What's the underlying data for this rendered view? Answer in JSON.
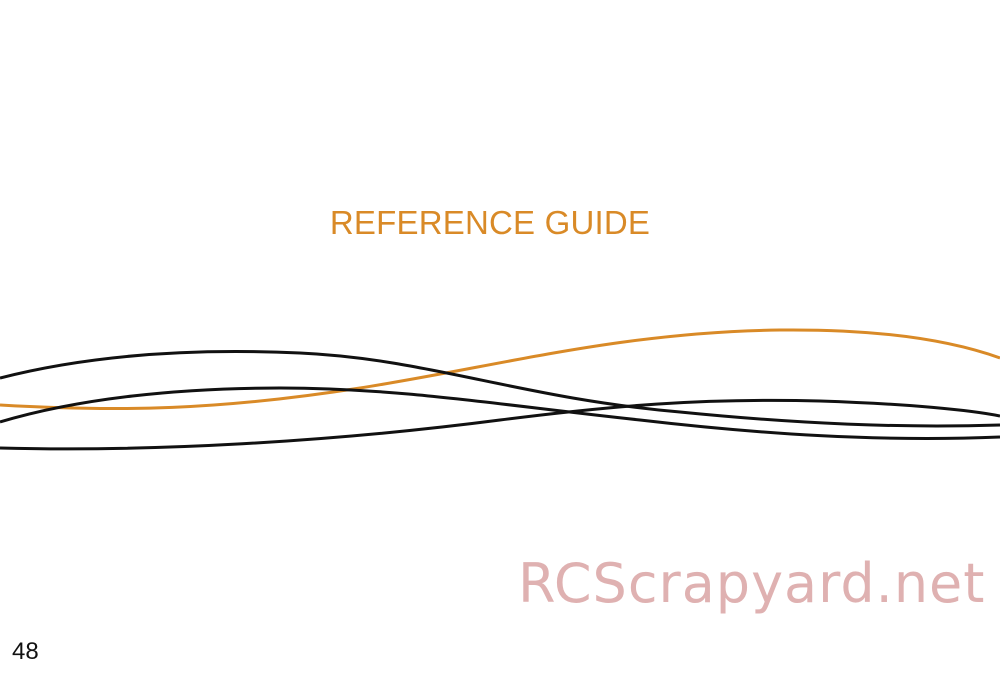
{
  "page": {
    "title": "REFERENCE GUIDE",
    "page_number": "48"
  },
  "watermark": {
    "text": "RCScrapyard.net"
  },
  "colors": {
    "accent": "#d98a27",
    "line": "#111111",
    "watermark": "#dca9a9"
  }
}
